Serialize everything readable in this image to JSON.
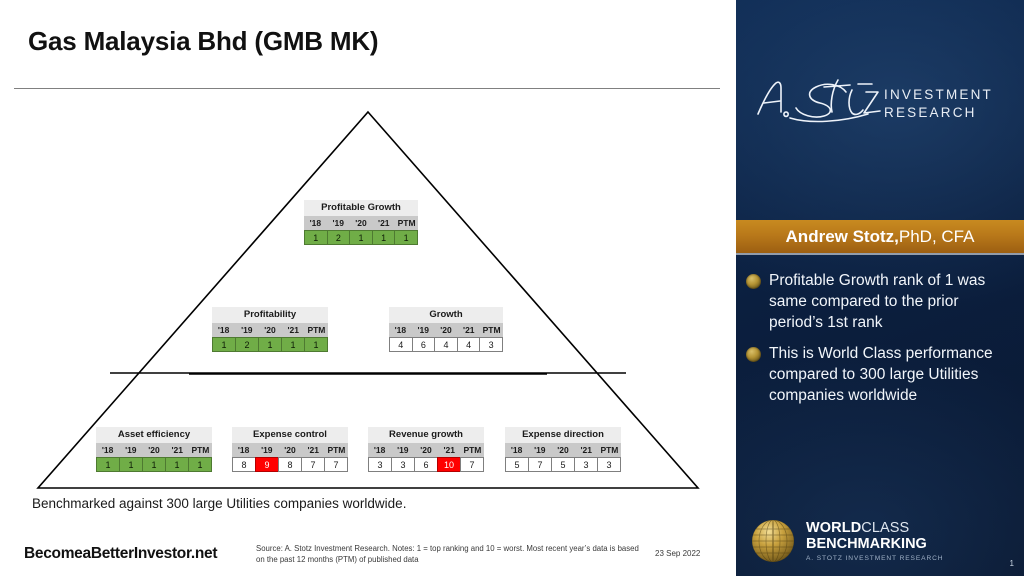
{
  "slide": {
    "title": "Gas Malaysia Bhd (GMB MK)",
    "benchmark_note": "Benchmarked against 300 large Utilities companies worldwide.",
    "brand_url": "BecomeaBetterInvestor.net",
    "source_note": "Source: A. Stotz Investment Research. Notes:  1 = top ranking and 10 = worst. Most recent year’s data is based on the past 12 months (PTM) of published data",
    "date": "23 Sep 2022",
    "page_number": "1"
  },
  "pyramid": {
    "columns": [
      "'18",
      "'19",
      "'20",
      "'21",
      "PTM"
    ],
    "tables": [
      {
        "id": "profitable-growth",
        "title": "Profitable Growth",
        "values": [
          "1",
          "2",
          "1",
          "1",
          "1"
        ],
        "states": [
          "green",
          "green",
          "green",
          "green",
          "green"
        ]
      },
      {
        "id": "profitability",
        "title": "Profitability",
        "values": [
          "1",
          "2",
          "1",
          "1",
          "1"
        ],
        "states": [
          "green",
          "green",
          "green",
          "green",
          "green"
        ]
      },
      {
        "id": "growth",
        "title": "Growth",
        "values": [
          "4",
          "6",
          "4",
          "4",
          "3"
        ],
        "states": [
          "none",
          "none",
          "none",
          "none",
          "none"
        ]
      },
      {
        "id": "asset-efficiency",
        "title": "Asset efficiency",
        "values": [
          "1",
          "1",
          "1",
          "1",
          "1"
        ],
        "states": [
          "green",
          "green",
          "green",
          "green",
          "green"
        ]
      },
      {
        "id": "expense-control",
        "title": "Expense control",
        "values": [
          "8",
          "9",
          "8",
          "7",
          "7"
        ],
        "states": [
          "none",
          "red",
          "none",
          "none",
          "none"
        ]
      },
      {
        "id": "revenue-growth",
        "title": "Revenue growth",
        "values": [
          "3",
          "3",
          "6",
          "10",
          "7"
        ],
        "states": [
          "none",
          "none",
          "none",
          "red",
          "none"
        ]
      },
      {
        "id": "expense-direction",
        "title": "Expense direction",
        "values": [
          "5",
          "7",
          "5",
          "3",
          "3"
        ],
        "states": [
          "none",
          "none",
          "none",
          "none",
          "none"
        ]
      }
    ]
  },
  "panel": {
    "logo": {
      "signature": "A. Stotz",
      "line1": "INVESTMENT",
      "line2": "RESEARCH"
    },
    "name_banner": {
      "name": "Andrew Stotz,",
      "credentials": " PhD, CFA"
    },
    "bullets": [
      "Profitable Growth rank of 1 was same compared to the prior period’s 1st rank",
      "This is World Class performance compared to 300 large Utilities companies worldwide"
    ],
    "wcb": {
      "word_bold": "WORLD",
      "word_light": "CLASS",
      "line2": "BENCHMARKING",
      "line3": "A. STOTZ INVESTMENT RESEARCH"
    }
  },
  "colors": {
    "green": "#70AD47",
    "red": "#FF0000",
    "panel_navy": "#0b1f3f",
    "banner_gold": "#b9791a",
    "header_gray": "#C9C9C9",
    "title_gray": "#EDEDED"
  }
}
